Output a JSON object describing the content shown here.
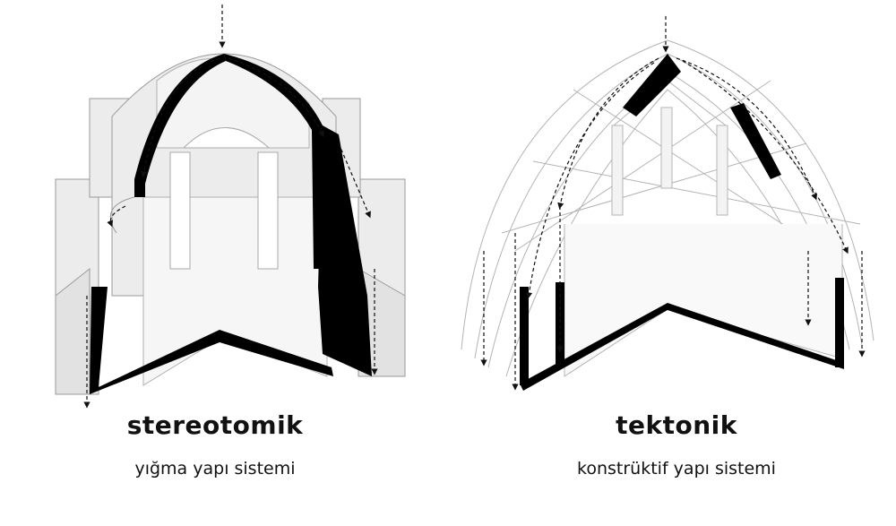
{
  "diagrams": [
    {
      "title": "stereotomik",
      "subtitle": "yığma yapı sistemi"
    },
    {
      "title": "tektonik",
      "subtitle": "konstrüktif yapı sistemi"
    }
  ],
  "colors": {
    "background": "#ffffff",
    "structure_fill": "#ececec",
    "structure_line": "#9a9a9a",
    "section_cut": "#000000",
    "load_arrow": "#111111"
  }
}
